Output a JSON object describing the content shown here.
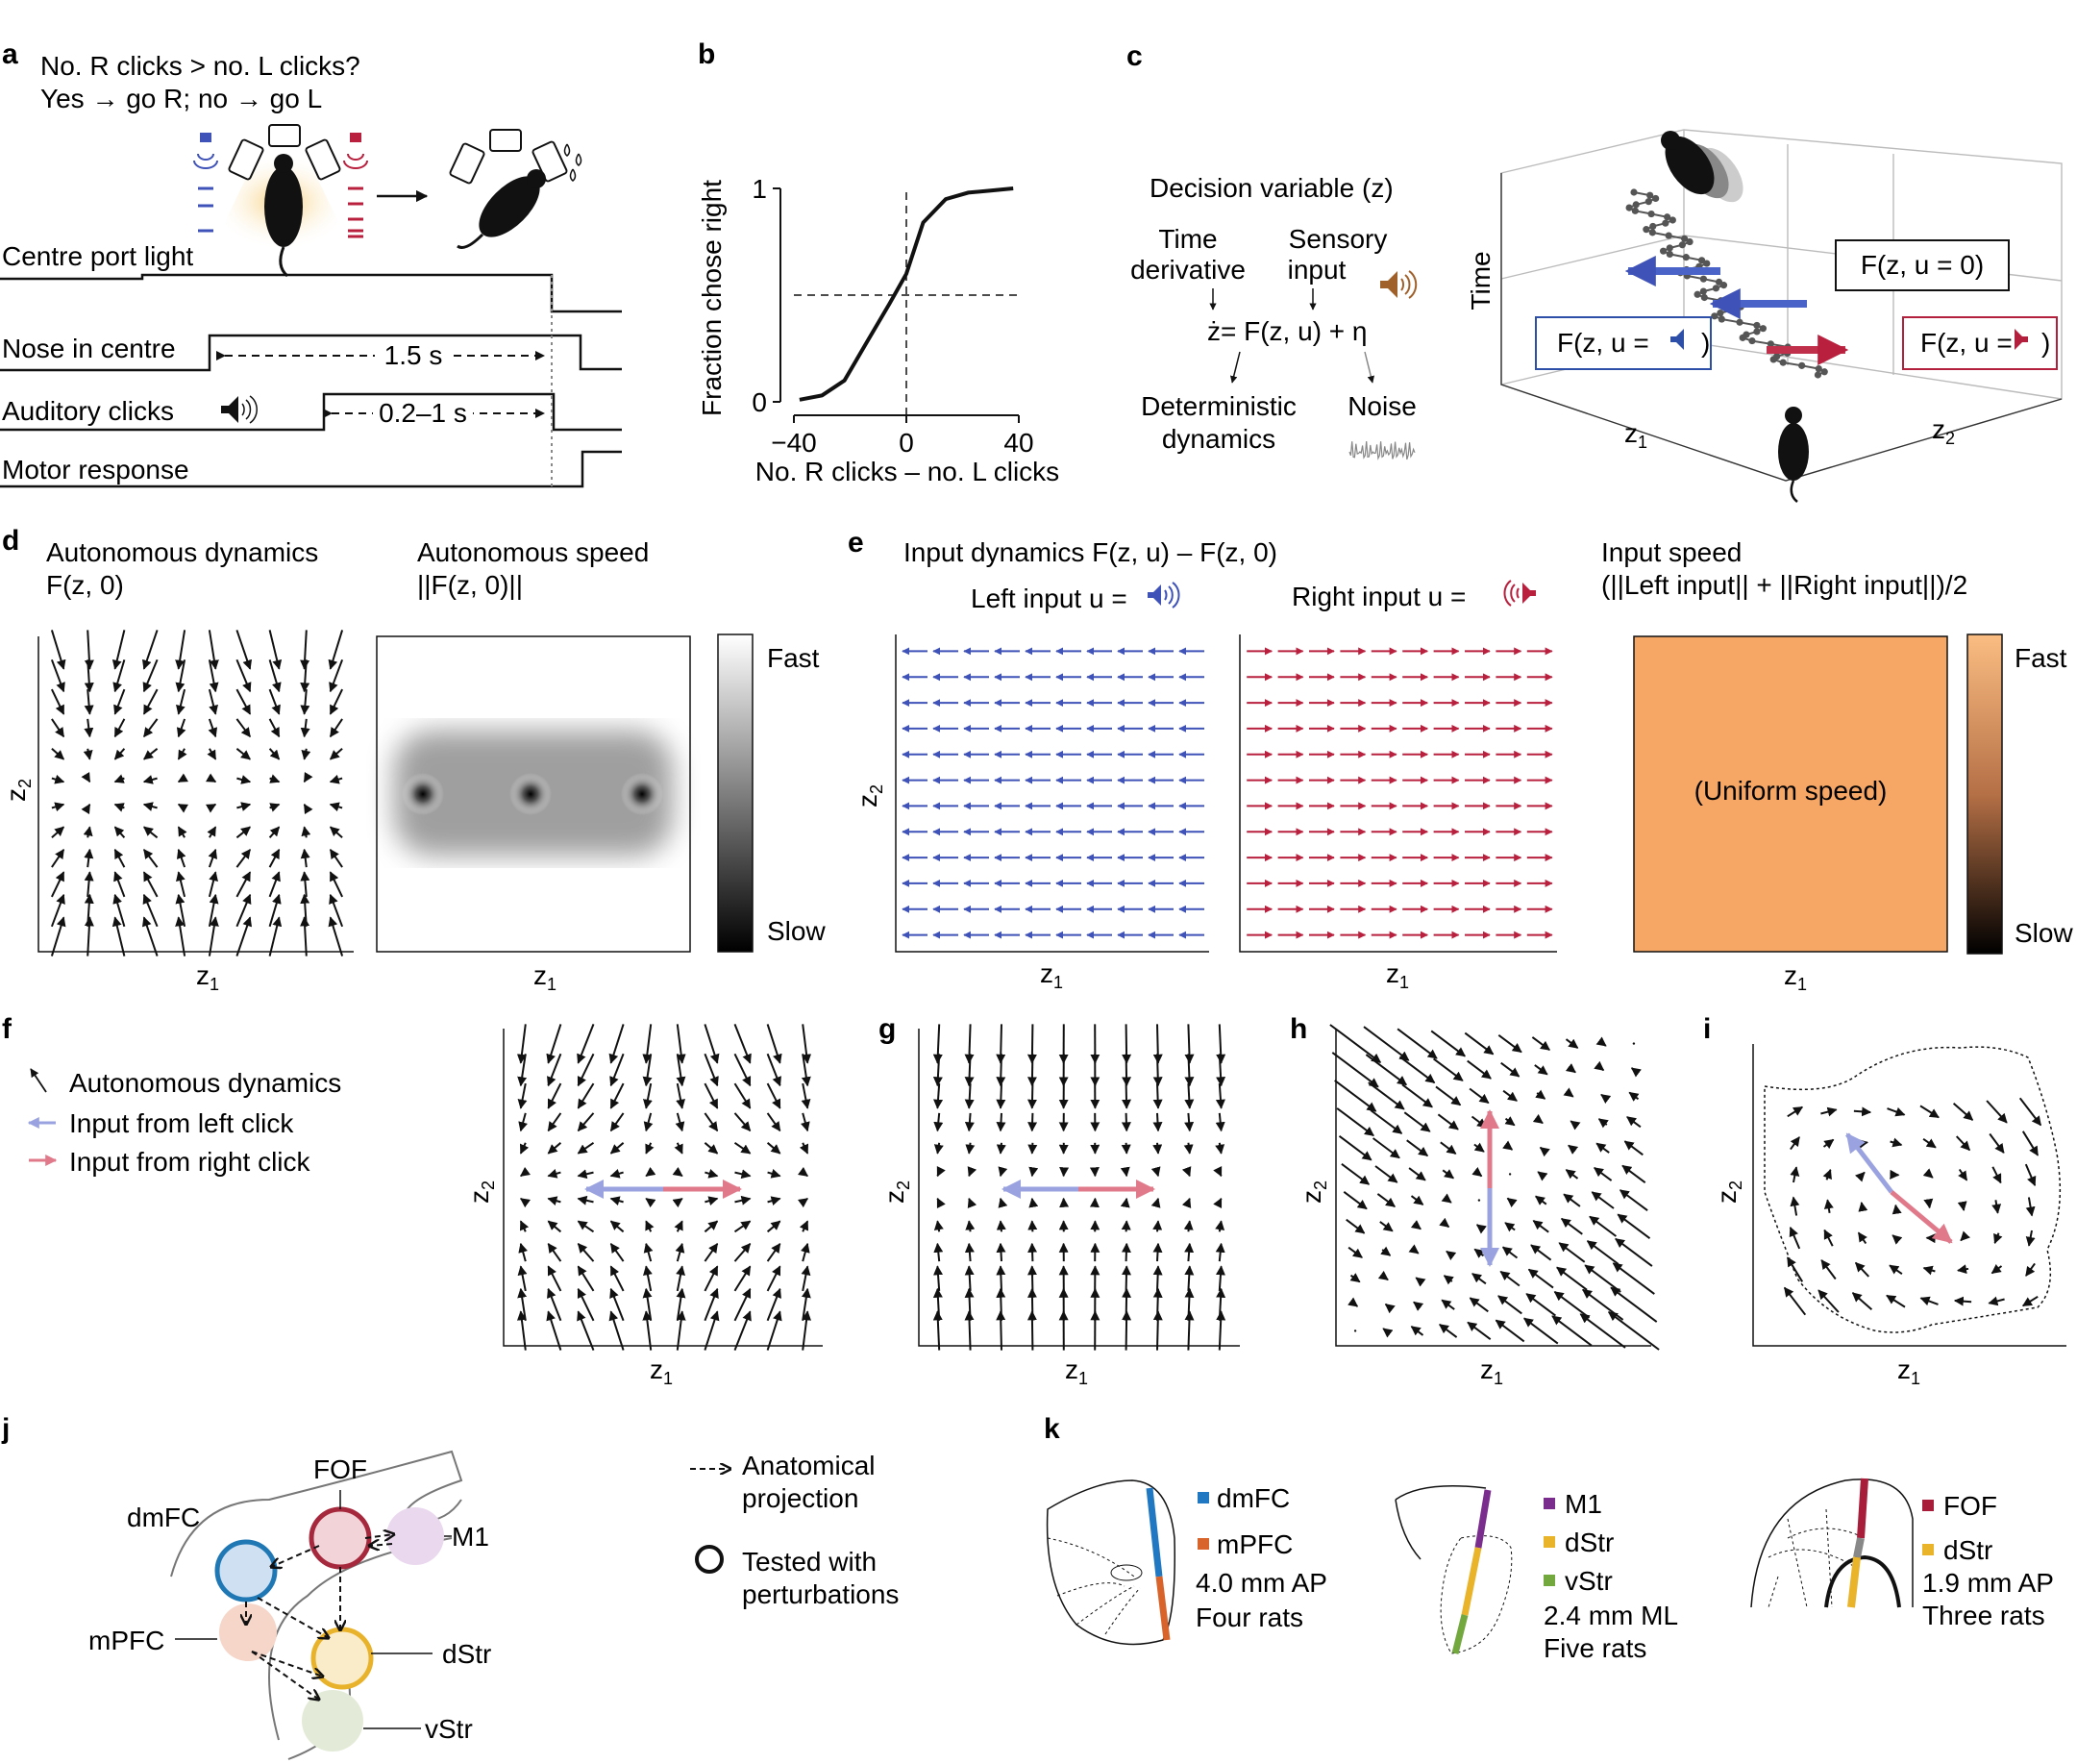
{
  "panel_labels": {
    "a": "a",
    "b": "b",
    "c": "c",
    "d": "d",
    "e": "e",
    "f": "f",
    "g": "g",
    "h": "h",
    "i": "i",
    "j": "j",
    "k": "k"
  },
  "a": {
    "question_line1": "No. R clicks > no. L clicks?",
    "question_line2": "Yes → go R; no → go L",
    "trace_centre_light": "Centre port light",
    "trace_nose": "Nose in centre",
    "trace_clicks": "Auditory clicks",
    "trace_motor": "Motor response",
    "duration_nose": "1.5 s",
    "duration_clicks": "0.2–1 s"
  },
  "b": {
    "ylabel": "Fraction chose right",
    "xlabel": "No. R clicks – no. L clicks",
    "xticks": [
      "−40",
      "0",
      "40"
    ],
    "yticks": [
      "0",
      "1"
    ]
  },
  "chart_data": {
    "type": "line",
    "xlabel": "No. R clicks – no. L clicks",
    "ylabel": "Fraction chose right",
    "xlim": [
      -40,
      40
    ],
    "ylim": [
      0,
      1
    ],
    "x": [
      -38,
      -30,
      -22,
      -14,
      -6,
      0,
      6,
      14,
      22,
      30,
      38
    ],
    "y": [
      0.01,
      0.03,
      0.1,
      0.28,
      0.46,
      0.6,
      0.84,
      0.95,
      0.98,
      0.99,
      1.0
    ],
    "reference_lines": {
      "vertical_x": 0,
      "horizontal_y": 0.5
    }
  },
  "c": {
    "title": "Decision variable (z)",
    "time_derivative_1": "Time",
    "time_derivative_2": "derivative",
    "sensory_1": "Sensory",
    "sensory_2": "input",
    "equation": "ż= F(z, u) + η",
    "deterministic_1": "Deterministic",
    "deterministic_2": "dynamics",
    "noise": "Noise",
    "axis_time": "Time",
    "axis_z1": "z1",
    "axis_z2": "z2",
    "box_zero": "F(z, u = 0)",
    "box_left": "F(z, u =",
    "box_right": "F(z, u =",
    "colors": {
      "left": "#2d4fa8",
      "right": "#b3203d",
      "speaker": "#a0602a"
    }
  },
  "d": {
    "title1_line1": "Autonomous dynamics",
    "title1_line2": "F(z, 0)",
    "title2_line1": "Autonomous speed",
    "title2_line2": "||F(z, 0)||",
    "fast": "Fast",
    "slow": "Slow",
    "xlabel": "z1",
    "ylabel": "z2"
  },
  "e": {
    "title": "Input dynamics F(z, u) – F(z, 0)",
    "left_input": "Left input u =",
    "right_input": "Right input u =",
    "speed_title_line1": "Input speed",
    "speed_title_line2": "(||Left input|| + ||Right input||)/2",
    "uniform": "(Uniform speed)",
    "fast": "Fast",
    "slow": "Slow",
    "xlabel": "z1",
    "ylabel": "z2",
    "colors": {
      "left": "#3e52b8",
      "right": "#b8203e",
      "speed": "#f7a765"
    }
  },
  "f": {
    "legend_autonomous": "Autonomous dynamics",
    "legend_left": "Input from left click",
    "legend_right": "Input from right click",
    "xlabel": "z1",
    "ylabel": "z2",
    "colors": {
      "left": "#9aa3e0",
      "right": "#e0798a"
    }
  },
  "j": {
    "FOF": "FOF",
    "dmFC": "dmFC",
    "M1": "M1",
    "mPFC": "mPFC",
    "dStr": "dStr",
    "vStr": "vStr",
    "legend_projection_1": "Anatomical",
    "legend_projection_2": "projection",
    "legend_tested_1": "Tested with",
    "legend_tested_2": "perturbations",
    "colors": {
      "dmFC": "#1f77b4",
      "FOF": "#a6283c",
      "M1": "#d8c2e2",
      "mPFC": "#f3cdbf",
      "dStr": "#e8b22b",
      "vStr": "#dde7d0"
    }
  },
  "k": {
    "s1_items": [
      "dmFC",
      "mPFC"
    ],
    "s1_ap": "4.0 mm AP",
    "s1_rats": "Four rats",
    "s2_items": [
      "M1",
      "dStr",
      "vStr"
    ],
    "s2_ml": "2.4 mm ML",
    "s2_rats": "Five rats",
    "s3_items": [
      "FOF",
      "dStr"
    ],
    "s3_ap": "1.9 mm AP",
    "s3_rats": "Three rats",
    "colors": {
      "dmFC": "#1f78c1",
      "mPFC": "#d9642b",
      "M1": "#7b2d8e",
      "dStr": "#e9b32a",
      "vStr": "#72a83e",
      "FOF": "#a81e3a"
    }
  }
}
